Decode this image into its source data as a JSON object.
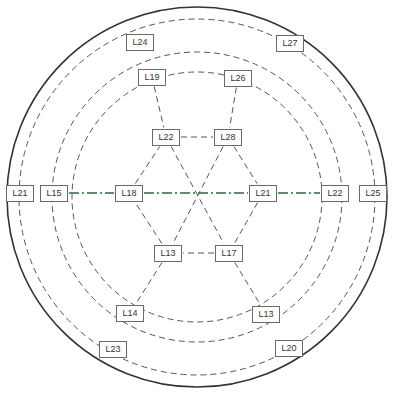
{
  "diagram": {
    "nodes": [
      {
        "text": [
          "L24"
        ]
      },
      {
        "text": [
          "L27"
        ]
      },
      {
        "text": [
          "L19"
        ]
      },
      {
        "text": [
          "L26"
        ]
      },
      {
        "text": [
          "L22"
        ]
      },
      {
        "text": [
          "L28"
        ]
      },
      {
        "text": [
          "L21"
        ]
      },
      {
        "text": [
          "L15"
        ]
      },
      {
        "text": [
          "L18"
        ]
      },
      {
        "text": [
          "L21"
        ]
      },
      {
        "text": [
          "L22"
        ]
      },
      {
        "text": [
          "L25"
        ]
      },
      {
        "text": [
          "L13"
        ]
      },
      {
        "text": [
          "L17"
        ]
      },
      {
        "text": [
          "L14"
        ]
      },
      {
        "text": [
          "L13"
        ]
      },
      {
        "text": [
          "L23"
        ]
      },
      {
        "text": [
          "L20"
        ]
      }
    ],
    "edges": [
      {
        "from": 2,
        "to": 4,
        "arrow": "none"
      },
      {
        "from": 4,
        "to": 13,
        "arrow": "none"
      },
      {
        "from": 13,
        "to": 15,
        "arrow": "none"
      },
      {
        "from": 3,
        "to": 5,
        "arrow": "none"
      },
      {
        "from": 5,
        "to": 12,
        "arrow": "none"
      },
      {
        "from": 12,
        "to": 14,
        "arrow": "none"
      },
      {
        "from": 7,
        "to": 8,
        "arrow": "none"
      },
      {
        "from": 8,
        "to": 9,
        "arrow": "none"
      },
      {
        "from": 9,
        "to": 10,
        "arrow": "none"
      },
      {
        "from": 4,
        "to": 5,
        "arrow": "none"
      },
      {
        "from": 5,
        "to": 9,
        "arrow": "none"
      },
      {
        "from": 9,
        "to": 13,
        "arrow": "none"
      },
      {
        "from": 13,
        "to": 12,
        "arrow": "none"
      },
      {
        "from": 12,
        "to": 8,
        "arrow": "none"
      },
      {
        "from": 8,
        "to": 4,
        "arrow": "none"
      }
    ]
  }
}
